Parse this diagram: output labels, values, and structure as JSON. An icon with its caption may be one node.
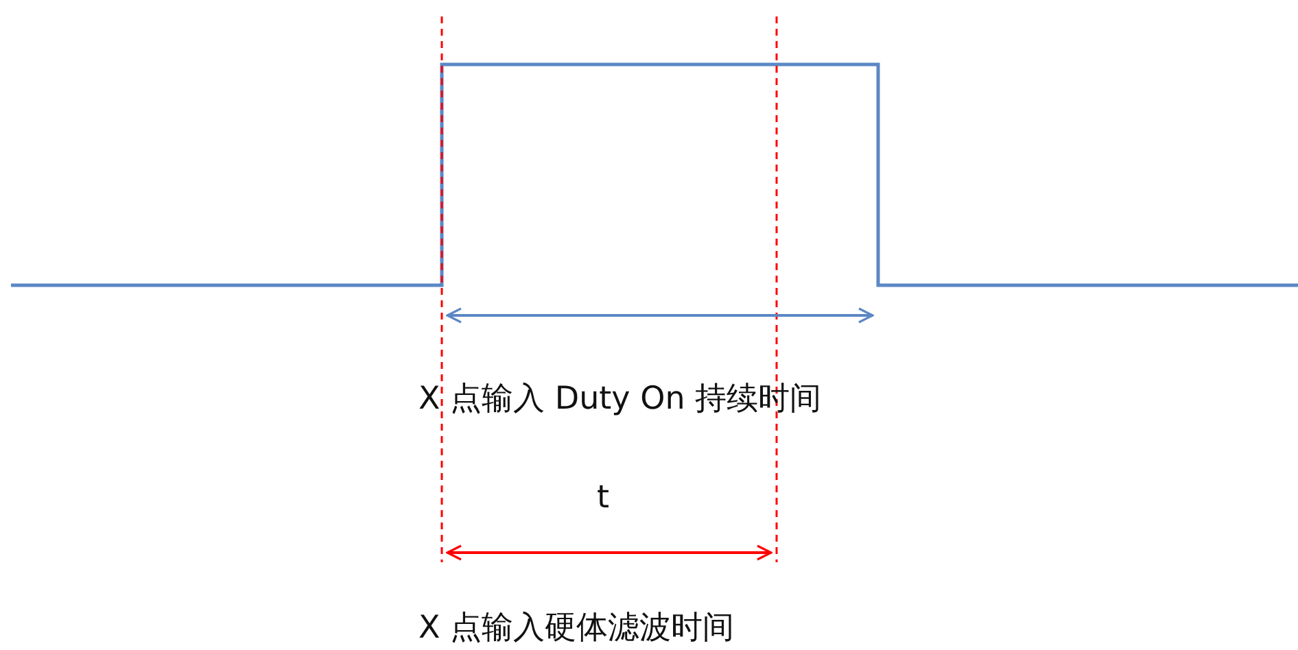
{
  "diagram": {
    "labels": [
      "X 点输入 Duty On 持续时间",
      "t",
      "X 点输入硬体滤波时间"
    ]
  }
}
